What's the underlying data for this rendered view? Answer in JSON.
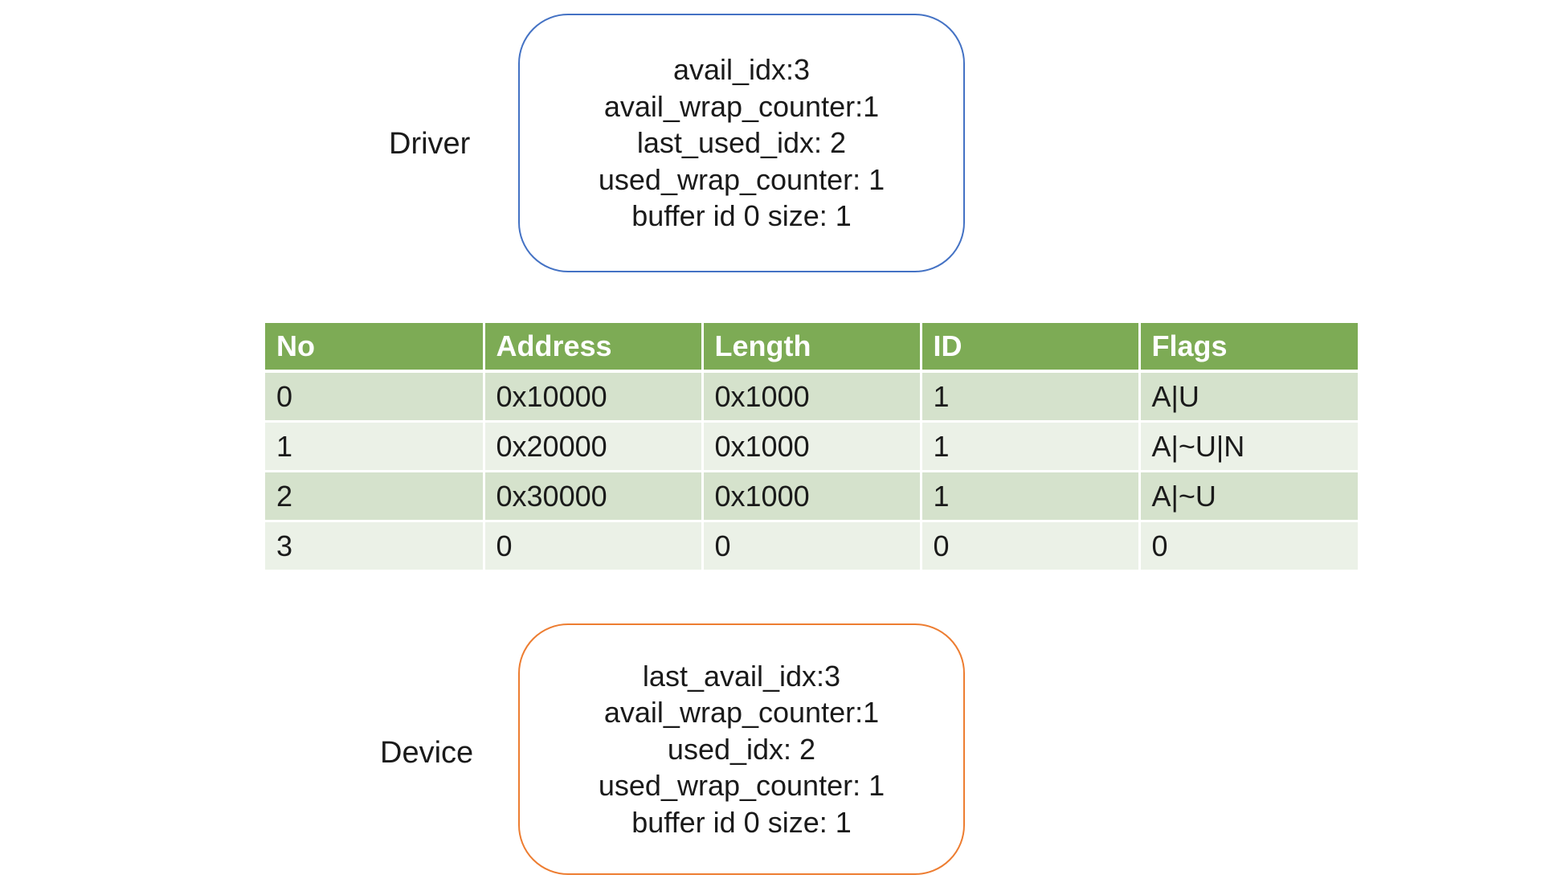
{
  "driver": {
    "label": "Driver",
    "lines": [
      "avail_idx:3",
      "avail_wrap_counter:1",
      "last_used_idx: 2",
      "used_wrap_counter: 1",
      "buffer id 0 size: 1"
    ],
    "border_color": "#4472c4"
  },
  "device": {
    "label": "Device",
    "lines": [
      "last_avail_idx:3",
      "avail_wrap_counter:1",
      "used_idx: 2",
      "used_wrap_counter: 1",
      "buffer id 0 size: 1"
    ],
    "border_color": "#ed7d31"
  },
  "table": {
    "headers": [
      "No",
      "Address",
      "Length",
      "ID",
      "Flags"
    ],
    "rows": [
      [
        "0",
        "0x10000",
        "0x1000",
        "1",
        "A|U"
      ],
      [
        "1",
        "0x20000",
        "0x1000",
        "1",
        "A|~U|N"
      ],
      [
        "2",
        "0x30000",
        "0x1000",
        "1",
        "A|~U"
      ],
      [
        "3",
        "0",
        "0",
        "0",
        "0"
      ]
    ],
    "header_color": "#7dab55",
    "row_color_odd": "#d5e2cc",
    "row_color_even": "#ebf1e7"
  }
}
